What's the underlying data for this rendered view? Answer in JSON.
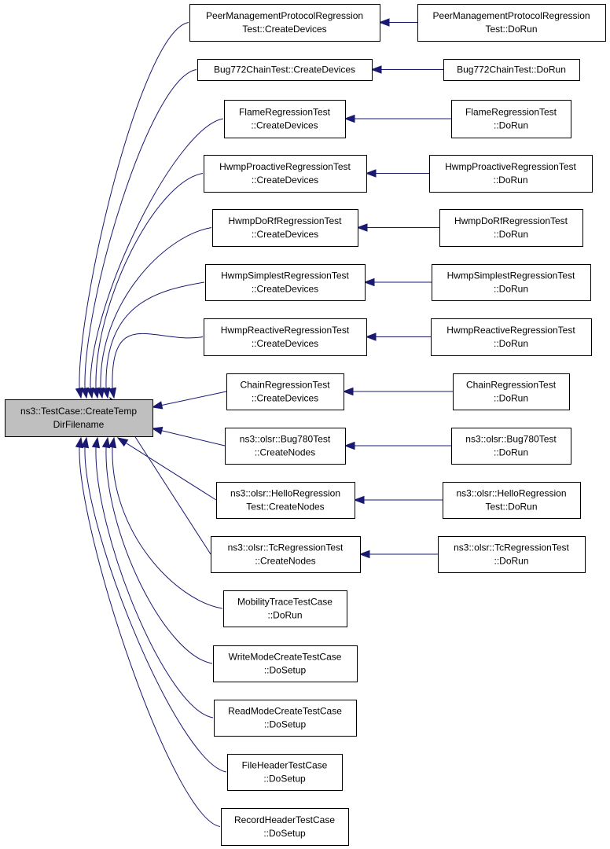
{
  "root": {
    "lines": [
      "ns3::TestCase::CreateTemp",
      "DirFilename"
    ]
  },
  "callers": [
    {
      "lines": [
        "PeerManagementProtocolRegression",
        "Test::CreateDevices"
      ],
      "caller": [
        "PeerManagementProtocolRegression",
        "Test::DoRun"
      ]
    },
    {
      "lines": [
        "Bug772ChainTest::CreateDevices"
      ],
      "caller": [
        "Bug772ChainTest::DoRun"
      ]
    },
    {
      "lines": [
        "FlameRegressionTest",
        "::CreateDevices"
      ],
      "caller": [
        "FlameRegressionTest",
        "::DoRun"
      ]
    },
    {
      "lines": [
        "HwmpProactiveRegressionTest",
        "::CreateDevices"
      ],
      "caller": [
        "HwmpProactiveRegressionTest",
        "::DoRun"
      ]
    },
    {
      "lines": [
        "HwmpDoRfRegressionTest",
        "::CreateDevices"
      ],
      "caller": [
        "HwmpDoRfRegressionTest",
        "::DoRun"
      ]
    },
    {
      "lines": [
        "HwmpSimplestRegressionTest",
        "::CreateDevices"
      ],
      "caller": [
        "HwmpSimplestRegressionTest",
        "::DoRun"
      ]
    },
    {
      "lines": [
        "HwmpReactiveRegressionTest",
        "::CreateDevices"
      ],
      "caller": [
        "HwmpReactiveRegressionTest",
        "::DoRun"
      ]
    },
    {
      "lines": [
        "ChainRegressionTest",
        "::CreateDevices"
      ],
      "caller": [
        "ChainRegressionTest",
        "::DoRun"
      ]
    },
    {
      "lines": [
        "ns3::olsr::Bug780Test",
        "::CreateNodes"
      ],
      "caller": [
        "ns3::olsr::Bug780Test",
        "::DoRun"
      ]
    },
    {
      "lines": [
        "ns3::olsr::HelloRegression",
        "Test::CreateNodes"
      ],
      "caller": [
        "ns3::olsr::HelloRegression",
        "Test::DoRun"
      ]
    },
    {
      "lines": [
        "ns3::olsr::TcRegressionTest",
        "::CreateNodes"
      ],
      "caller": [
        "ns3::olsr::TcRegressionTest",
        "::DoRun"
      ]
    },
    {
      "lines": [
        "MobilityTraceTestCase",
        "::DoRun"
      ],
      "caller": null
    },
    {
      "lines": [
        "WriteModeCreateTestCase",
        "::DoSetup"
      ],
      "caller": null
    },
    {
      "lines": [
        "ReadModeCreateTestCase",
        "::DoSetup"
      ],
      "caller": null
    },
    {
      "lines": [
        "FileHeaderTestCase",
        "::DoSetup"
      ],
      "caller": null
    },
    {
      "lines": [
        "RecordHeaderTestCase",
        "::DoSetup"
      ],
      "caller": null
    }
  ],
  "colors": {
    "edge": "#191970",
    "root_fill": "#bfbfbf",
    "node_fill": "#ffffff",
    "border": "#000000"
  }
}
